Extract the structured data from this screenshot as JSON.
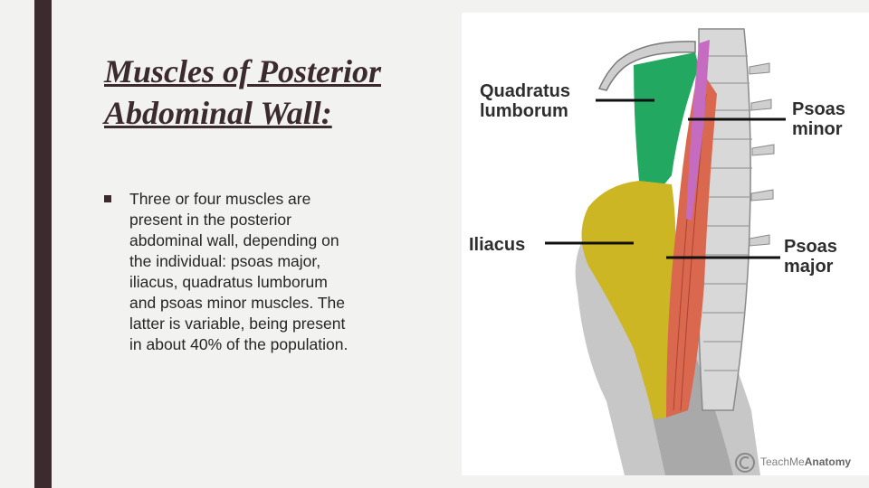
{
  "slide": {
    "title_line1": "Muscles of Posterior",
    "title_line2": "Abdominal Wall:",
    "bullet": "Three or four muscles are present in the posterior abdominal wall, depending on the individual: psoas major, iliacus, quadratus lumborum and psoas minor muscles. The latter is variable, being present in about 40% of the population."
  },
  "figure": {
    "labels": {
      "quadratus_1": "Quadratus",
      "quadratus_2": "lumborum",
      "psoas_minor_1": "Psoas",
      "psoas_minor_2": "minor",
      "iliacus": "Iliacus",
      "psoas_major_1": "Psoas",
      "psoas_major_2": "major"
    },
    "watermark": {
      "brand_prefix": "TeachMe",
      "brand_suffix": "Anatomy"
    },
    "colors": {
      "quadratus_lumborum": "#22a861",
      "psoas_minor": "#c66cc0",
      "psoas_major": "#d9684f",
      "iliacus": "#cdb624",
      "accent": "#3b2a2e"
    }
  }
}
